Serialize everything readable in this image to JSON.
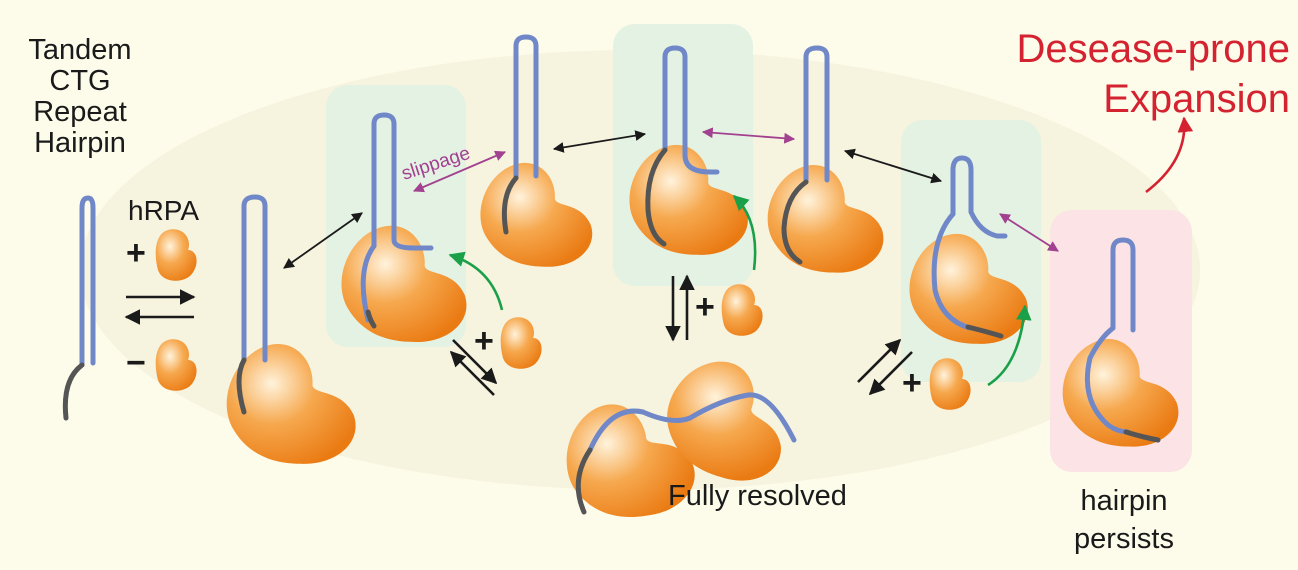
{
  "title": [
    "Tandem",
    "CTG",
    "Repeat",
    "Hairpin"
  ],
  "protein_label": "hRPA",
  "plus_sign": "+",
  "minus_sign": "−",
  "slippage_label": "slippage",
  "resolved_label": "Fully resolved",
  "persists_label": [
    "hairpin",
    "persists"
  ],
  "expansion_label": [
    "Desease-prone",
    "Expansion"
  ],
  "colors": {
    "background": "#fdfbe9",
    "dna_strand": "#7088c8",
    "dna_tail": "#555555",
    "protein": "#f08a1c",
    "highlight_box": "#e4f2e3",
    "persist_box": "#fbe3e6",
    "slippage_arrow": "#a2418f",
    "binding_arrow": "#1aa048",
    "expansion": "#d42230",
    "equilibrium_arrow": "#1a1a1a"
  }
}
